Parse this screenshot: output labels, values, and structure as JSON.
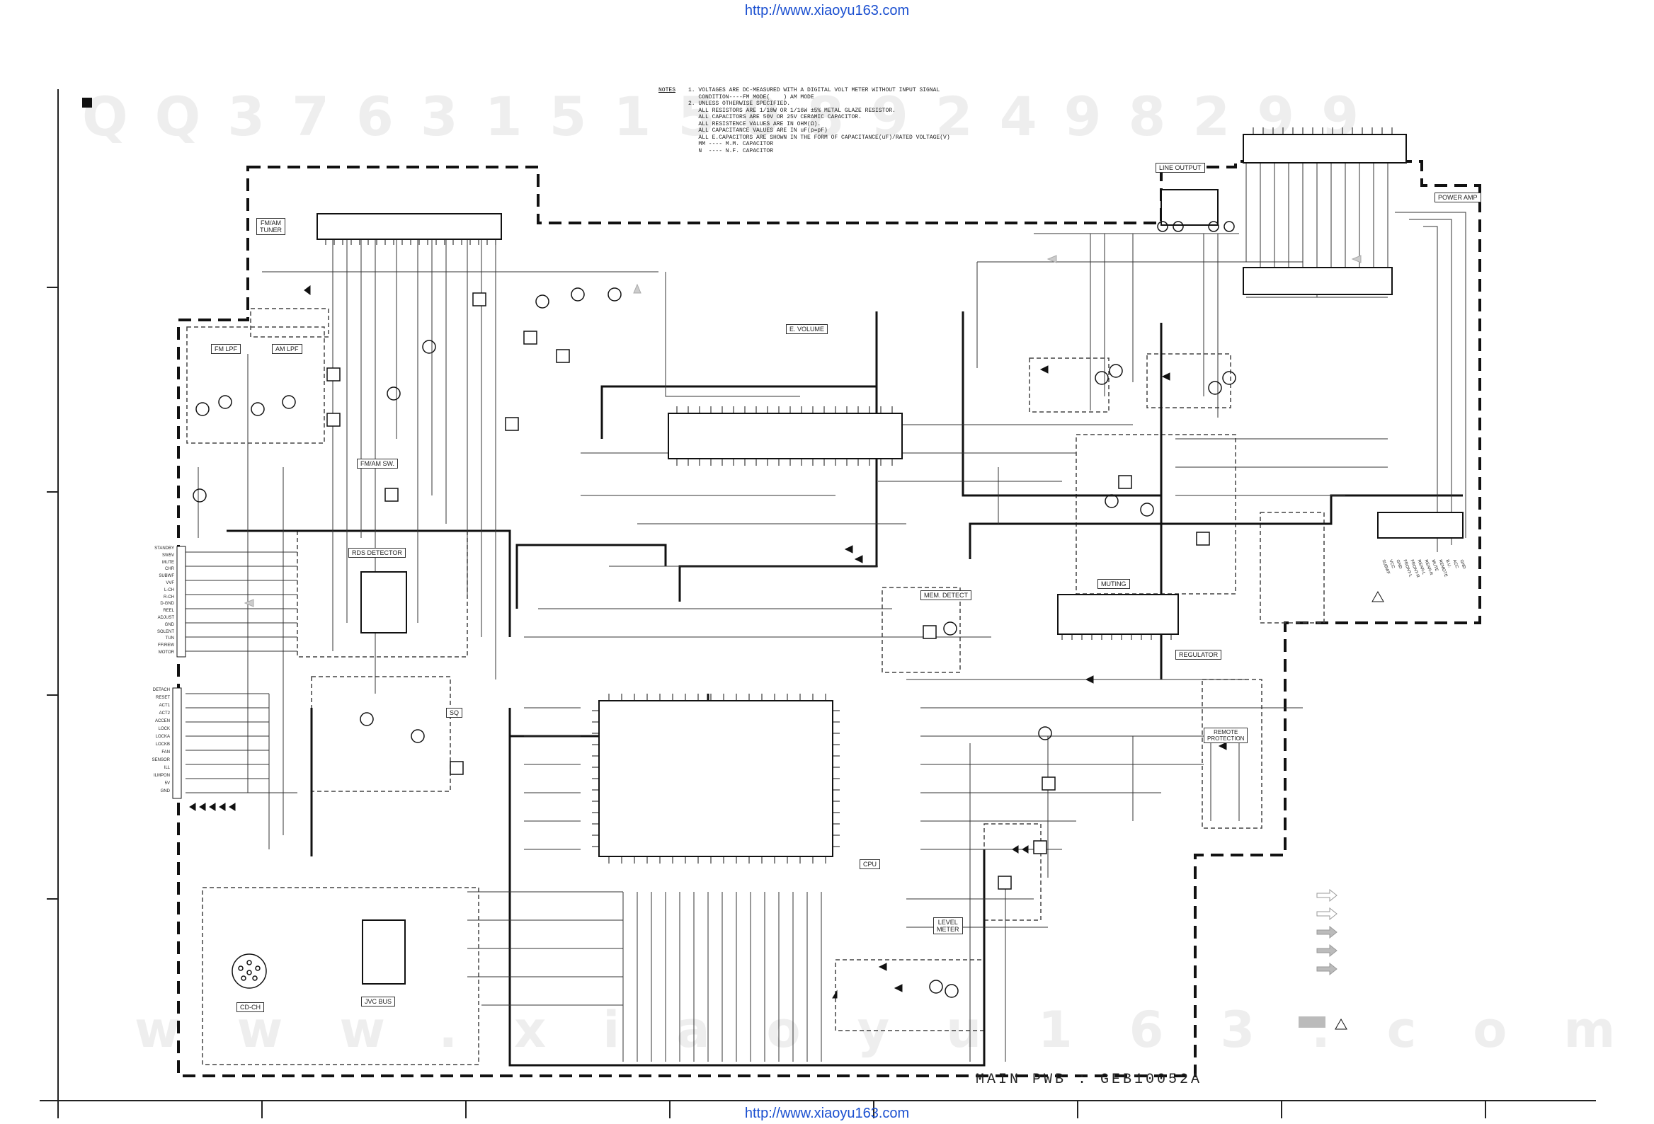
{
  "header": {
    "url": "http://www.xiaoyu163.com"
  },
  "footer": {
    "url": "http://www.xiaoyu163.com"
  },
  "watermark": {
    "top": "QQ376315150892498299",
    "bottom": "www.xiaoyu163.com"
  },
  "notes": {
    "heading": "NOTES",
    "lines": [
      "1. VOLTAGES ARE DC-MEASURED WITH A DIGITAL VOLT METER WITHOUT INPUT SIGNAL",
      "   CONDITION----FM MODE(    ) AM MODE",
      "2. UNLESS OTHERWISE SPECIFIED.",
      "   ALL RESISTORS ARE 1/10W OR 1/16W ±5% METAL GLAZE RESISTOR.",
      "   ALL CAPACITORS ARE 50V OR 25V CERAMIC CAPACITOR.",
      "   ALL RESISTENCE VALUES ARE IN OHM(Ω).",
      "   ALL CAPACITANCE VALUES ARE IN uF(p=pF)",
      "   ALL E.CAPACITORS ARE SHOWN IN THE FORM OF CAPACITANCE(uF)/RATED VOLTAGE(V)",
      "   MM ---- M.M. CAPACITOR",
      "   N  ---- N.F. CAPACITOR"
    ]
  },
  "blocks": {
    "fm_am_tuner": "FM/AM\nTUNER",
    "fm_lpf": "FM LPF",
    "am_lpf": "AM LPF",
    "fm_am_sw": "FM/AM SW.",
    "e_volume": "E. VOLUME",
    "line_output": "LINE OUTPUT",
    "power_amp": "POWER AMP",
    "rds_detector": "RDS DETECTOR",
    "muting": "MUTING",
    "mem_detect": "MEM. DETECT",
    "regulator": "REGULATOR",
    "sq": "SQ",
    "remote_protection": "REMOTE\nPROTECTION",
    "cpu": "CPU",
    "level_meter": "LEVEL\nMETER",
    "cd_ch": "CD-CH",
    "jvc_bus": "JVC BUS"
  },
  "title_block": "MAIN PWB : GEB10052A",
  "connector_left_top": [
    "STANDBY",
    "SW5V",
    "MUTE",
    "CHR",
    "SUBWF",
    "VVF",
    "L-CH",
    "R-CH",
    "D-GND",
    "REEL",
    "ADJUST",
    "GND",
    "SOLENT",
    "TUN",
    "FF/REW",
    "MOTOR"
  ],
  "connector_left_bottom": [
    "DETACH",
    "RESET",
    "ACT1",
    "ACT2",
    "ACCEN",
    "LOCK",
    "LOCKA",
    "LOCKB",
    "FAN",
    "SENSOR",
    "ILL",
    "ILMPON",
    "5V",
    "GND"
  ],
  "connector_right": [
    "SUBWF",
    "VCC",
    "GND",
    "FRONT-L",
    "FRONT-R",
    "REAR-L",
    "REAR-R",
    "MUTE",
    "REMOTE",
    "B.U.",
    "ACC",
    "GND"
  ]
}
